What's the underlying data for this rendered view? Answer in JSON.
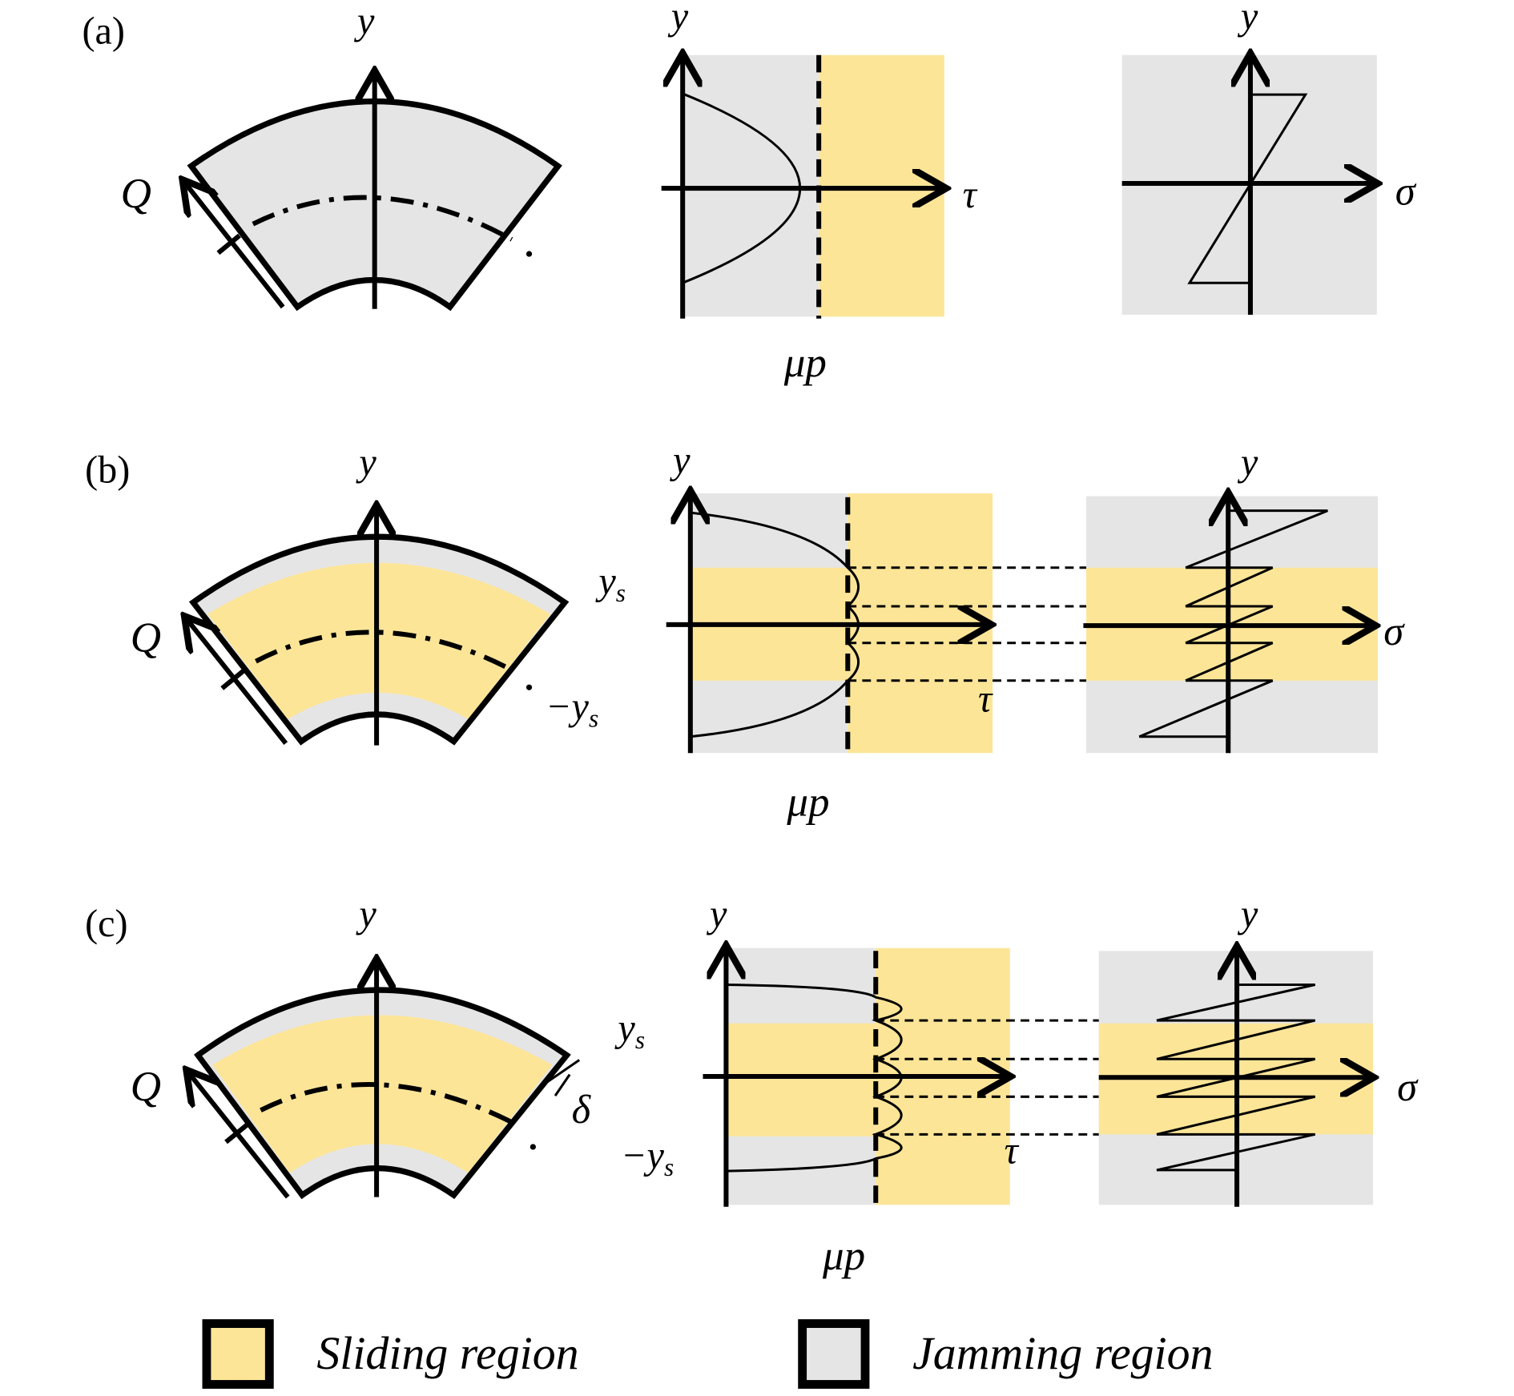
{
  "colors": {
    "sliding": "#fde598",
    "jamming": "#e5e5e5"
  },
  "panels": {
    "a": {
      "label": "(a)",
      "y": "y",
      "Q": "Q",
      "tau": "τ",
      "sigma": "σ",
      "mup": "μp"
    },
    "b": {
      "label": "(b)",
      "y": "y",
      "Q": "Q",
      "ys": "y",
      "ys_sub": "s",
      "neg_ys": "−y",
      "neg_ys_sub": "s",
      "tau": "τ",
      "sigma": "σ",
      "mup": "μp"
    },
    "c": {
      "label": "(c)",
      "y": "y",
      "Q": "Q",
      "delta": "δ",
      "ys": "y",
      "ys_sub": "s",
      "neg_ys": "−y",
      "neg_ys_sub": "s",
      "tau": "τ",
      "sigma": "σ",
      "mup": "μp"
    }
  },
  "legend": [
    {
      "label": "Sliding region"
    },
    {
      "label": "Jamming region"
    }
  ]
}
